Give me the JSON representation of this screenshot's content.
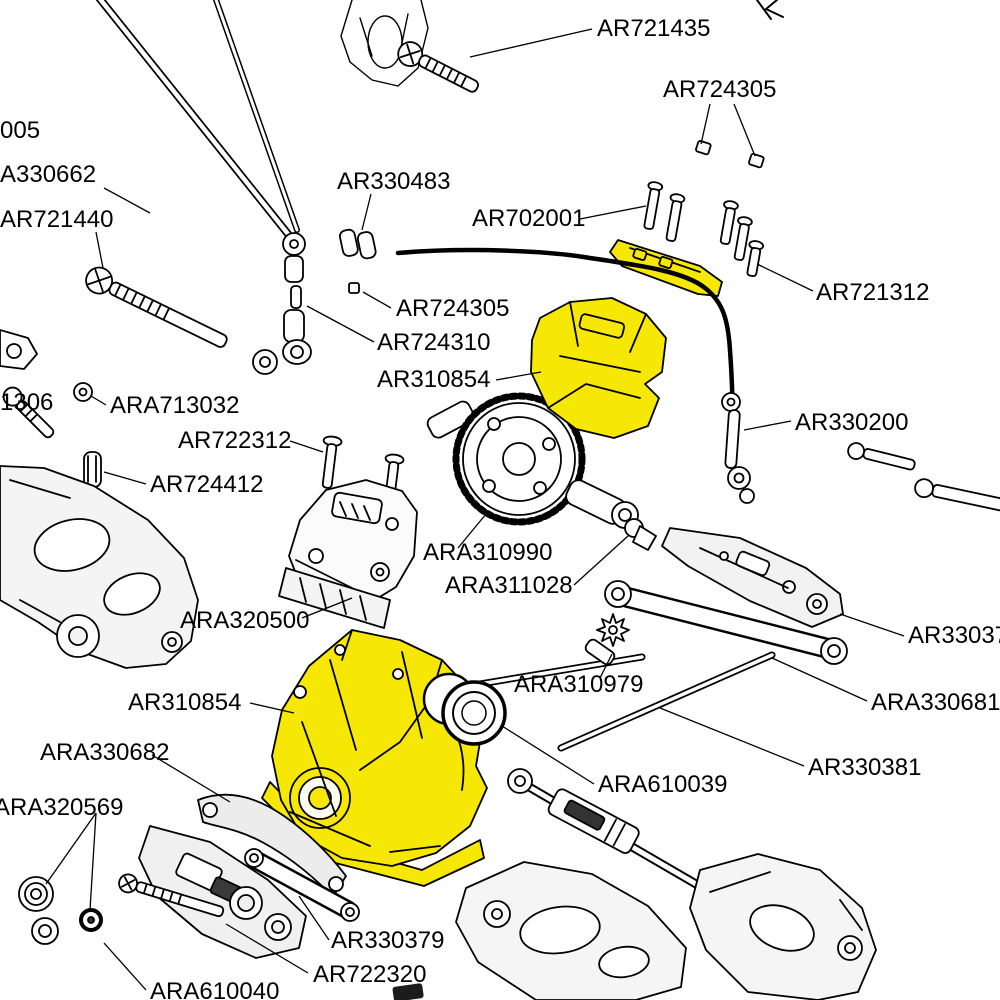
{
  "diagram": {
    "kind": "exploded-parts-diagram",
    "background_color": "#ffffff",
    "line_color": "#000000",
    "highlight_color": "#f7e705",
    "highlighted_part_number": "AR310854",
    "labels": [
      {
        "text": "AR721435"
      },
      {
        "text": "AR724305"
      },
      {
        "text": "005"
      },
      {
        "text": "A330662"
      },
      {
        "text": "AR721440"
      },
      {
        "text": "AR330483"
      },
      {
        "text": "AR702001"
      },
      {
        "text": "AR721312"
      },
      {
        "text": "AR724305"
      },
      {
        "text": "AR724310"
      },
      {
        "text": "AR310854"
      },
      {
        "text": "AR330200"
      },
      {
        "text": "1306"
      },
      {
        "text": "ARA713032"
      },
      {
        "text": "AR722312"
      },
      {
        "text": "AR724412"
      },
      {
        "text": "ARA310990"
      },
      {
        "text": "ARA311028"
      },
      {
        "text": "ARA320500"
      },
      {
        "text": "AR33037"
      },
      {
        "text": "ARA310979"
      },
      {
        "text": "ARA330681"
      },
      {
        "text": "AR310854"
      },
      {
        "text": "ARA330682"
      },
      {
        "text": "AR330381"
      },
      {
        "text": "ARA610039"
      },
      {
        "text": "ARA320569"
      },
      {
        "text": "AR330379"
      },
      {
        "text": "AR722320"
      },
      {
        "text": "ARA610040"
      }
    ]
  }
}
